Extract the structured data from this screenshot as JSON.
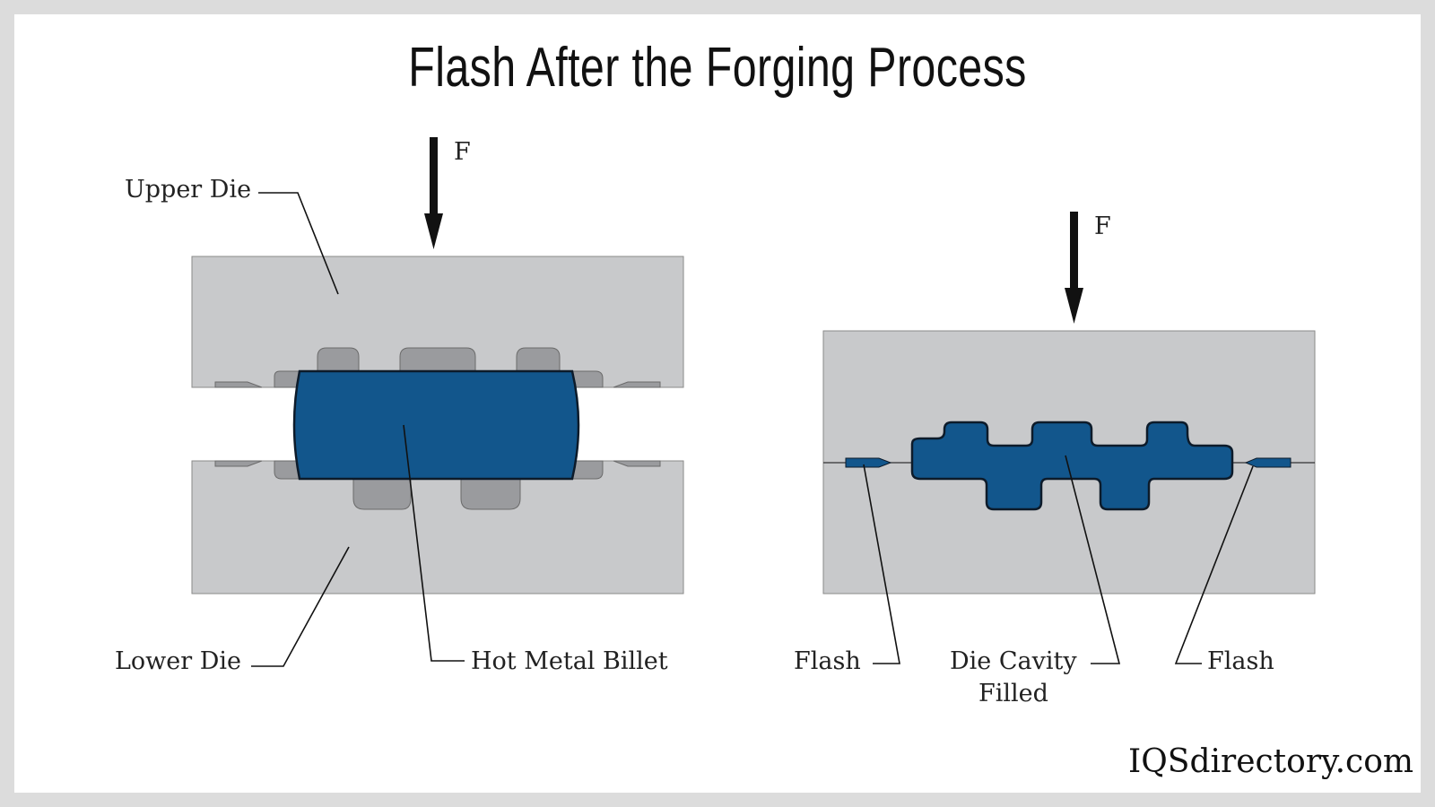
{
  "title": "Flash After the Forging Process",
  "left_diagram": {
    "force_label": "F",
    "labels": {
      "upper_die": "Upper Die",
      "lower_die": "Lower Die",
      "billet": "Hot Metal Billet"
    }
  },
  "right_diagram": {
    "force_label": "F",
    "labels": {
      "flash_left": "Flash",
      "cavity_line1": "Die Cavity",
      "cavity_line2": "Filled",
      "flash_right": "Flash"
    }
  },
  "brand": "IQSdirectory.com",
  "colors": {
    "die": "#c8c9cb",
    "cavity": "#9a9b9e",
    "metal": "#12568c",
    "outline": "#0d1b2a"
  }
}
